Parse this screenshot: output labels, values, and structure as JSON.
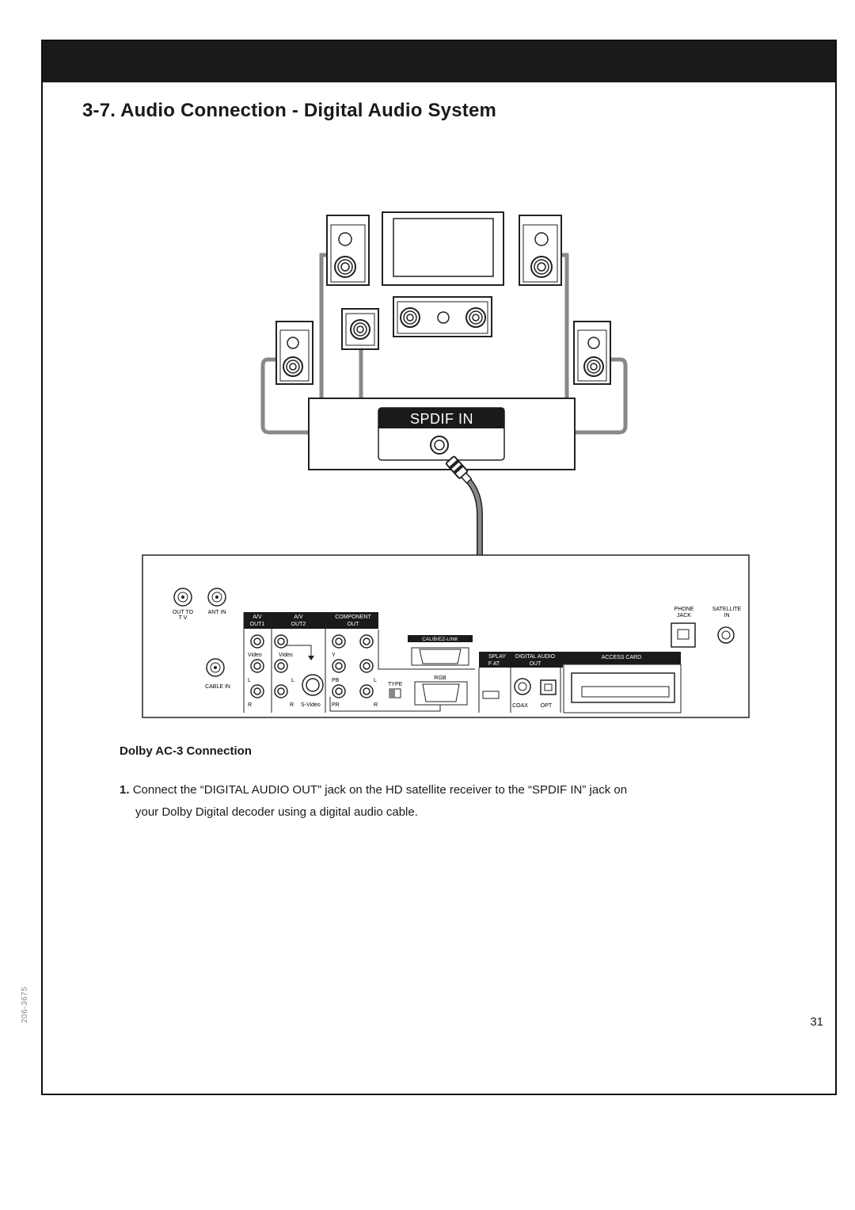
{
  "page": {
    "title": "3-7.  Audio Connection - Digital Audio System",
    "page_number": "31",
    "doc_id": "206-3675"
  },
  "diagram": {
    "decoder_label": "SPDIF IN",
    "panel": {
      "out_to_tv": "OUT TO TV",
      "out_to": "OUT TO",
      "tv": "T V",
      "ant_in": "ANT IN",
      "cable_in": "CABLE IN",
      "av": "A/V",
      "out1": "OUT1",
      "out2": "OUT2",
      "component": "COMPONENT",
      "out": "OUT",
      "calib": "CALIB/EZ-LINK",
      "video": "Video",
      "l": "L",
      "r": "R",
      "y": "Y",
      "pb": "PB",
      "pr": "PR",
      "svideo": "S-Video",
      "type": "TYPE",
      "rgb": "RGB",
      "display": "SPLAY",
      "format": "F    AT",
      "digital_audio": "DIGITAL AUDIO",
      "digital_out": "OUT",
      "access_card": "ACCESS CARD",
      "coax": "COAX",
      "opt": "OPT",
      "phone": "PHONE",
      "jack": "JACK",
      "satellite": "SATELLITE",
      "in": "IN"
    }
  },
  "section": {
    "heading": "Dolby AC-3 Connection",
    "step_number": "1.",
    "step_text_line1": "Connect the “DIGITAL AUDIO OUT” jack on the HD satellite receiver to the “SPDIF IN” jack on",
    "step_text_line2": "your Dolby Digital decoder using a digital audio cable."
  }
}
